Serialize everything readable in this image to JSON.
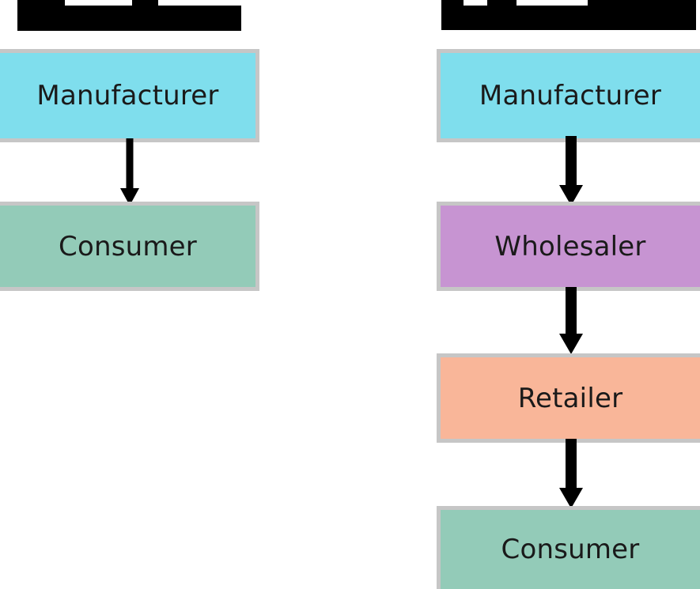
{
  "diagram": {
    "type": "flowchart",
    "orientation": "top-to-bottom",
    "background_color": "#ffffff",
    "node_border_color": "#c6c6c6",
    "arrow_color": "#000000",
    "text_color": "#1a1a1a",
    "columns": [
      {
        "id": "left-channel",
        "title": {
          "text": "",
          "redacted": true,
          "redaction_color": "#000000"
        },
        "nodes": [
          {
            "id": "left-manufacturer",
            "label": "Manufacturer",
            "fill": "#7fdeed"
          },
          {
            "id": "left-consumer",
            "label": "Consumer",
            "fill": "#93cbb8"
          }
        ],
        "arrows": [
          {
            "id": "left-arrow-1",
            "from": "left-manufacturer",
            "to": "left-consumer"
          }
        ]
      },
      {
        "id": "right-channel",
        "title": {
          "text": "",
          "redacted": true,
          "redaction_color": "#000000"
        },
        "nodes": [
          {
            "id": "right-manufacturer",
            "label": "Manufacturer",
            "fill": "#7fdeed"
          },
          {
            "id": "right-wholesaler",
            "label": "Wholesaler",
            "fill": "#c794d2"
          },
          {
            "id": "right-retailer",
            "label": "Retailer",
            "fill": "#f9b699"
          },
          {
            "id": "right-consumer",
            "label": "Consumer",
            "fill": "#93cbb8"
          }
        ],
        "arrows": [
          {
            "id": "right-arrow-1",
            "from": "right-manufacturer",
            "to": "right-wholesaler"
          },
          {
            "id": "right-arrow-2",
            "from": "right-wholesaler",
            "to": "right-retailer"
          },
          {
            "id": "right-arrow-3",
            "from": "right-retailer",
            "to": "right-consumer"
          }
        ]
      }
    ]
  }
}
